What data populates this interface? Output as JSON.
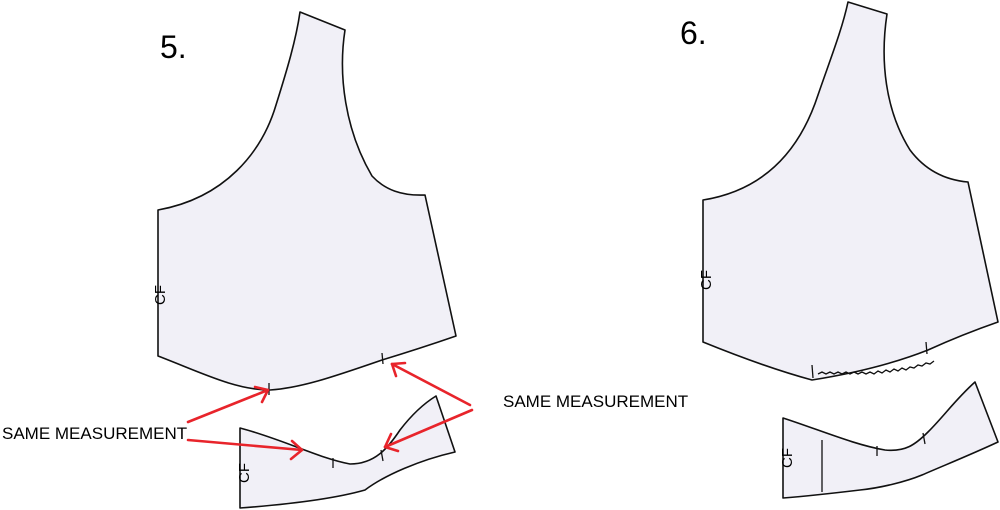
{
  "diagrams": [
    {
      "step": "5.",
      "bodice_label": "CF",
      "band_label": "CF",
      "annotations": [
        "SAME MEASUREMENT",
        "SAME MEASUREMENT"
      ]
    },
    {
      "step": "6.",
      "bodice_label": "CF",
      "band_label": "CF"
    }
  ],
  "colors": {
    "piece_fill": "#f1f0f7",
    "outline": "#111111",
    "arrow": "#e8242b"
  }
}
